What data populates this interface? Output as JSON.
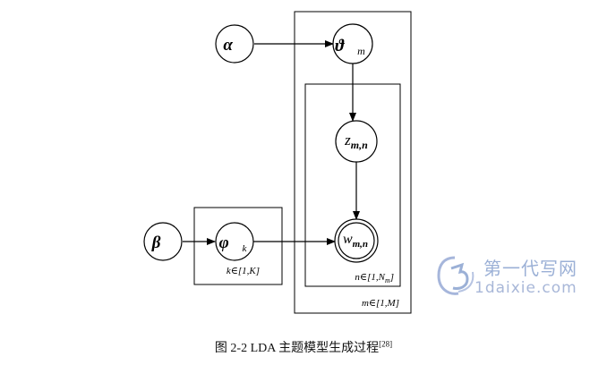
{
  "nodes": {
    "alpha": {
      "label": "α⃗"
    },
    "theta": {
      "label": "ϑ⃗",
      "sub": "m"
    },
    "z": {
      "label": "z",
      "sub": "m,n"
    },
    "w": {
      "label": "w",
      "sub": "m,n"
    },
    "beta": {
      "label": "β⃗"
    },
    "phi": {
      "label": "φ⃗",
      "sub": "k"
    }
  },
  "plates": {
    "outer": "m∈[1,M]",
    "inner_prefix": "n∈[1,N",
    "inner_sub": "m",
    "inner_suffix": "]",
    "topic": "k∈[1,K]"
  },
  "caption": {
    "text": "图 2-2 LDA 主题模型生成过程",
    "ref": "[28]"
  },
  "watermark": {
    "title": "第一代写网",
    "subtitle": "1daixie.com",
    "logo": "5D-logo-icon"
  }
}
